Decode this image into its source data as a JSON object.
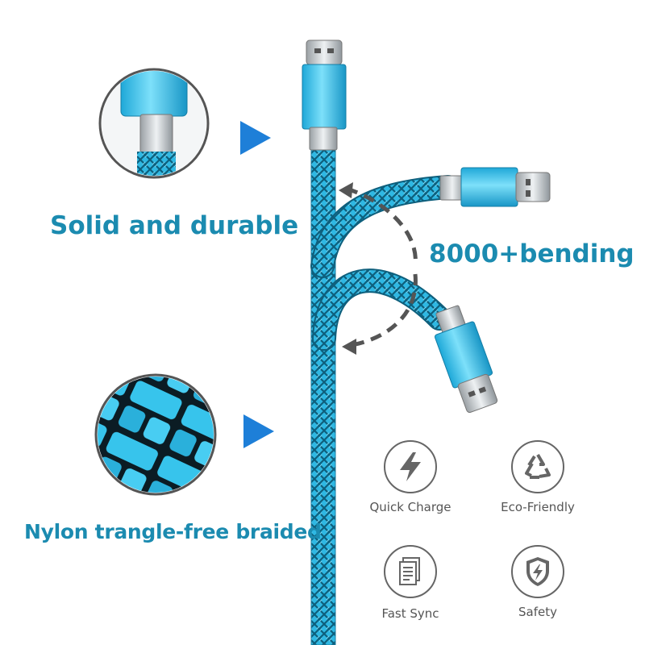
{
  "headline_1": "Solid and durable",
  "headline_2": "8000+bending",
  "headline_3": "Nylon trangle-free braided",
  "features": [
    {
      "label": "Quick Charge",
      "icon": "lightning-icon"
    },
    {
      "label": "Eco-Friendly",
      "icon": "recycle-icon"
    },
    {
      "label": "Fast Sync",
      "icon": "document-icon"
    },
    {
      "label": "Safety",
      "icon": "shield-icon"
    }
  ],
  "colors": {
    "accent_text": "#1b8bb0",
    "cable": "#29b5e0",
    "arrow": "#1e7fd8",
    "icon_gray": "#666666"
  }
}
